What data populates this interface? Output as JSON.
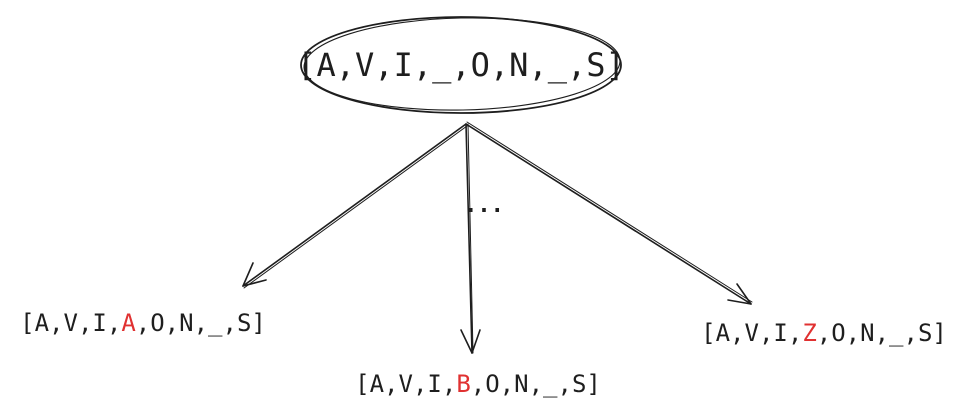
{
  "root": {
    "tokens": [
      "A",
      "V",
      "I",
      "_",
      "O",
      "N",
      "_",
      "S"
    ],
    "open_bracket": "[",
    "close_bracket": "]",
    "separator": ","
  },
  "ellipsis": "...",
  "children": [
    {
      "name": "left",
      "tokens": [
        "A",
        "V",
        "I",
        "A",
        "O",
        "N",
        "_",
        "S"
      ],
      "highlight_index": 3
    },
    {
      "name": "middle",
      "tokens": [
        "A",
        "V",
        "I",
        "B",
        "O",
        "N",
        "_",
        "S"
      ],
      "highlight_index": 3
    },
    {
      "name": "right",
      "tokens": [
        "A",
        "V",
        "I",
        "Z",
        "O",
        "N",
        "_",
        "S"
      ],
      "highlight_index": 3
    }
  ],
  "colors": {
    "ink": "#1e1e1e",
    "highlight": "#e03131",
    "background": "#ffffff"
  }
}
